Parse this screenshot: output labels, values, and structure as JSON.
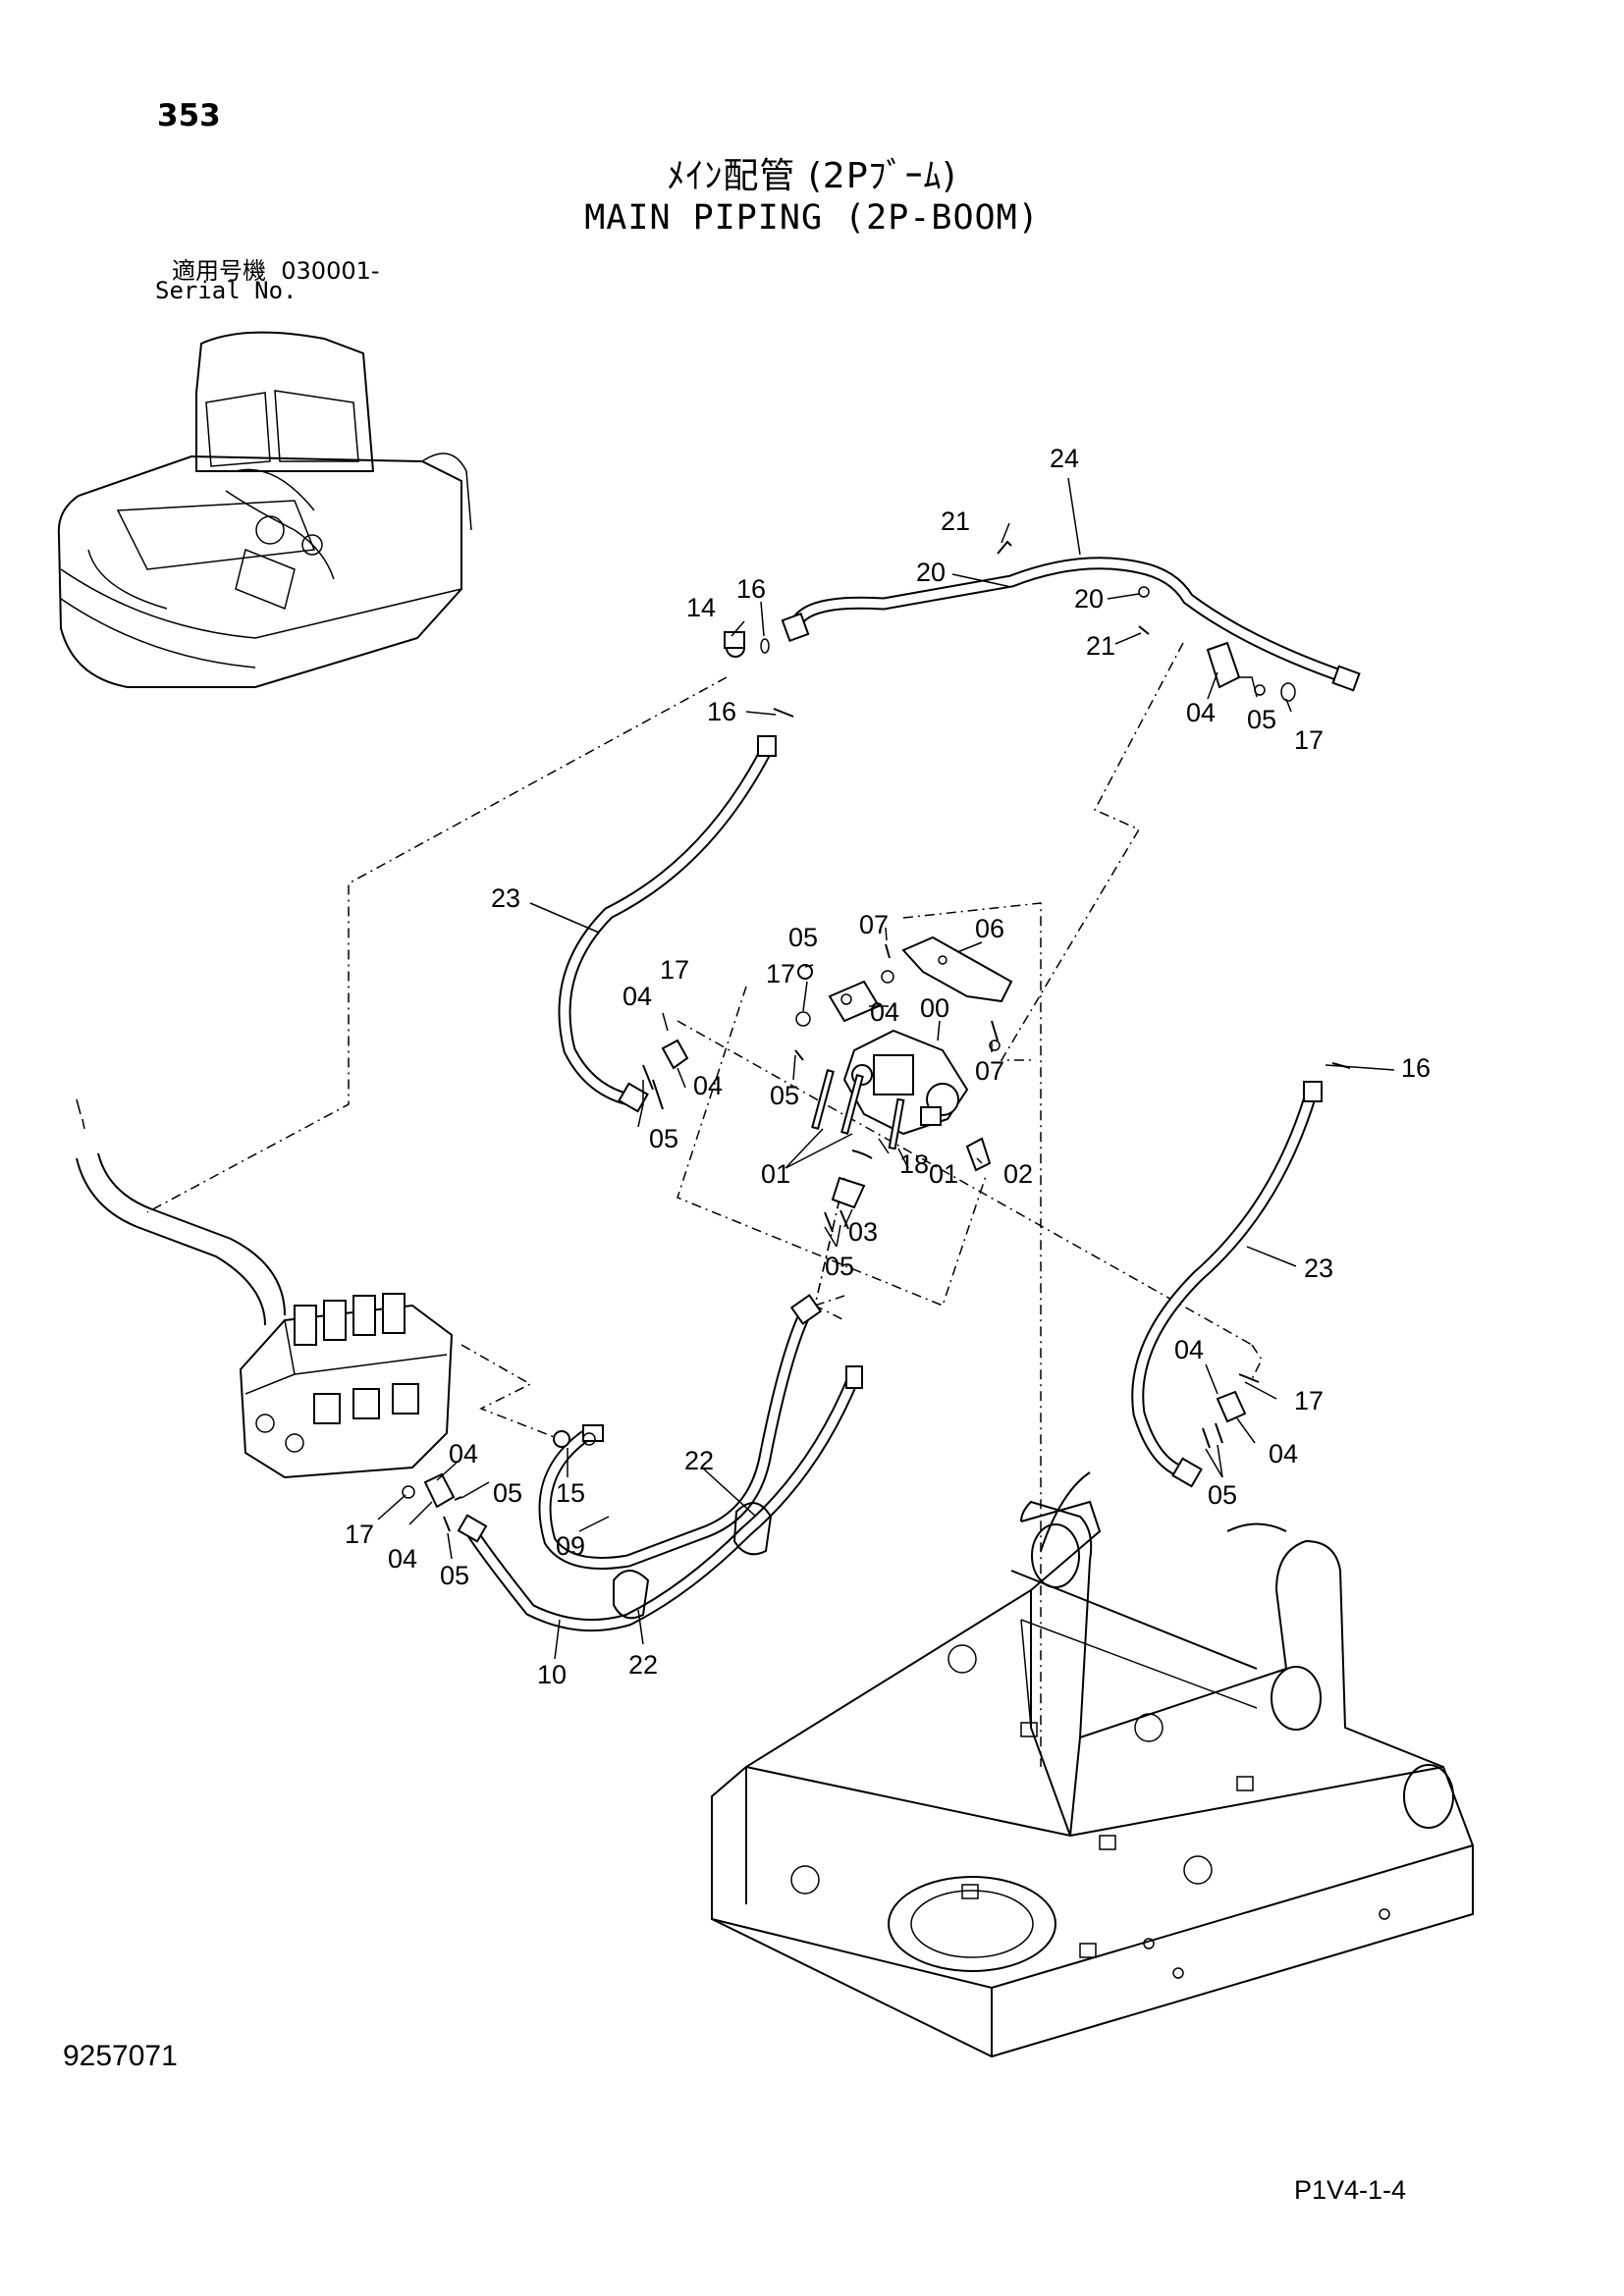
{
  "header": {
    "page_number": "353",
    "title_jp": "ﾒｲﾝ配管 (2Pﾌﾞｰﾑ)",
    "title_en": "MAIN PIPING (2P-BOOM)",
    "serial_label_jp": "適用号機",
    "serial_value": "030001-",
    "serial_label_en": "Serial No."
  },
  "footer": {
    "doc_number": "9257071",
    "page_code": "P1V4-1-4"
  },
  "callouts": {
    "c24": "24",
    "c21a": "21",
    "c20a": "20",
    "c20b": "20",
    "c21b": "21",
    "c14": "14",
    "c16a": "16",
    "c16b": "16",
    "c04a": "04",
    "c05a": "05",
    "c17a": "17",
    "c23a": "23",
    "c05b": "05",
    "c07a": "07",
    "c06": "06",
    "c17b": "17",
    "c04b": "04",
    "c04c": "04",
    "c00": "00",
    "c04d": "04",
    "c05c": "05",
    "c07b": "07",
    "c05d": "05",
    "c16c": "16",
    "c01a": "01",
    "c18": "18",
    "c01b": "01",
    "c02": "02",
    "c03": "03",
    "c05e": "05",
    "c23b": "23",
    "c04e": "04",
    "c17c": "17",
    "c04f": "04",
    "c05f": "05",
    "c04g": "04",
    "c05g": "05",
    "c15": "15",
    "c22a": "22",
    "c17d": "17",
    "c04h": "04",
    "c05h": "05",
    "c09": "09",
    "c10": "10",
    "c22b": "22"
  }
}
